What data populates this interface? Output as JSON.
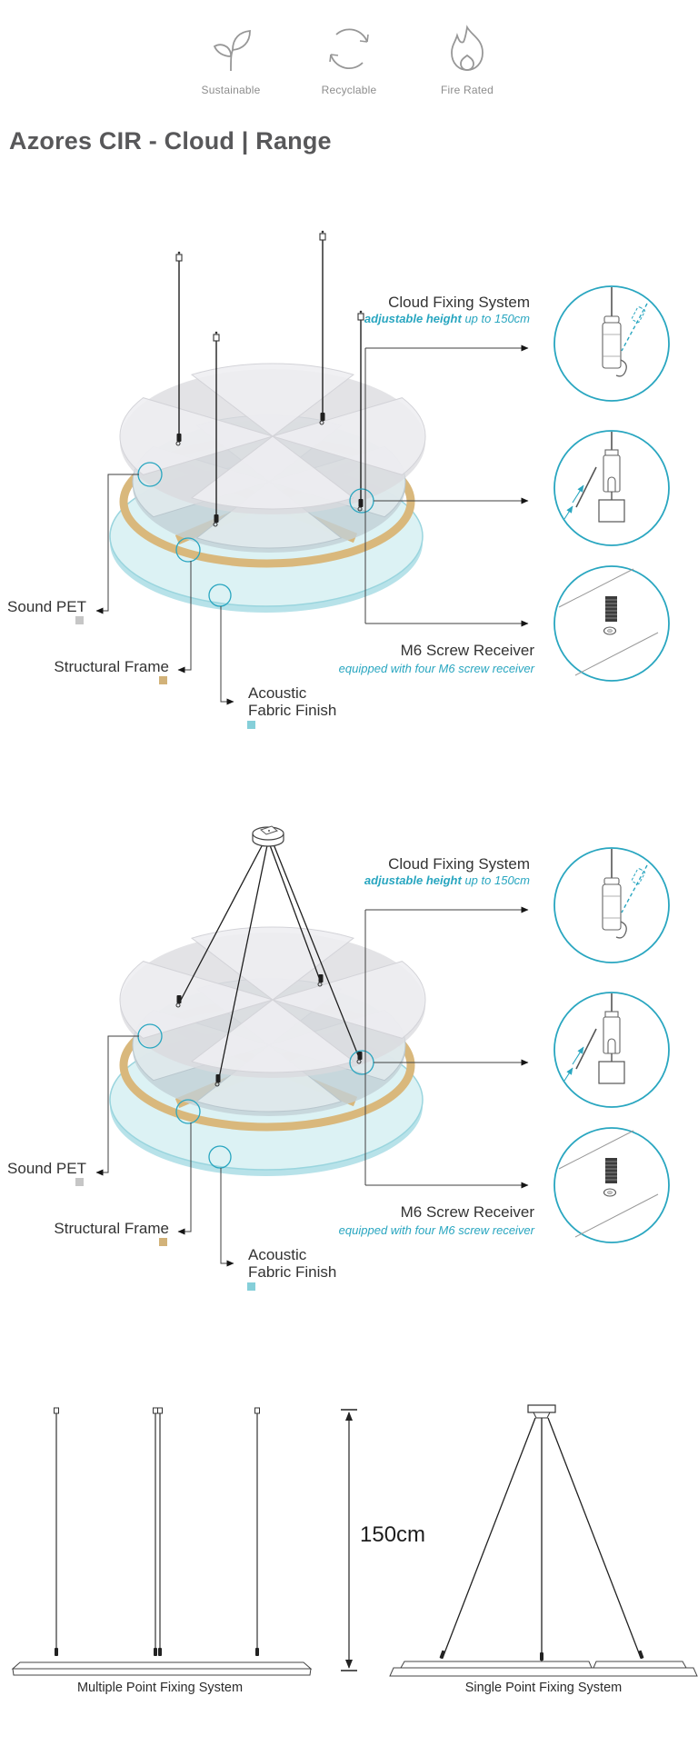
{
  "badges": [
    {
      "label": "Sustainable",
      "icon": "sprout-icon"
    },
    {
      "label": "Recyclable",
      "icon": "recycle-icon"
    },
    {
      "label": "Fire Rated",
      "icon": "flame-icon"
    }
  ],
  "title": "Azores CIR - Cloud | Range",
  "diagrams": [
    {
      "name": "multiple point suspension exploded view",
      "cloud_fixing": {
        "title": "Cloud Fixing System",
        "subtitle_bold": "adjustable height",
        "subtitle_rest": "up to 150cm"
      },
      "m6": {
        "title": "M6 Screw Receiver",
        "subtitle": "equipped with four M6 screw receiver"
      },
      "sound_pet": "Sound PET",
      "structural_frame": "Structural Frame",
      "acoustic_line1": "Acoustic",
      "acoustic_line2": "Fabric Finish"
    },
    {
      "name": "single point suspension exploded view",
      "cloud_fixing": {
        "title": "Cloud Fixing System",
        "subtitle_bold": "adjustable height",
        "subtitle_rest": "up to 150cm"
      },
      "m6": {
        "title": "M6 Screw Receiver",
        "subtitle": "equipped with four M6 screw receiver"
      },
      "sound_pet": "Sound PET",
      "structural_frame": "Structural Frame",
      "acoustic_line1": "Acoustic",
      "acoustic_line2": "Fabric Finish"
    }
  ],
  "footer": {
    "dimension_label": "150cm",
    "multiple_caption": "Multiple Point Fixing System",
    "single_caption": "Single Point Fixing System"
  },
  "colors": {
    "accent_teal": "#29a6c0",
    "frame_tan": "#d9b87c",
    "fabric_teal_fill": "#dcf2f4",
    "sound_pet_gray": "#eeeef1",
    "core_blue_gray": "#e0e9ec",
    "swatch_gray": "#c6c6c6",
    "swatch_tan": "#d2b279",
    "swatch_teal": "#85cfd9"
  }
}
